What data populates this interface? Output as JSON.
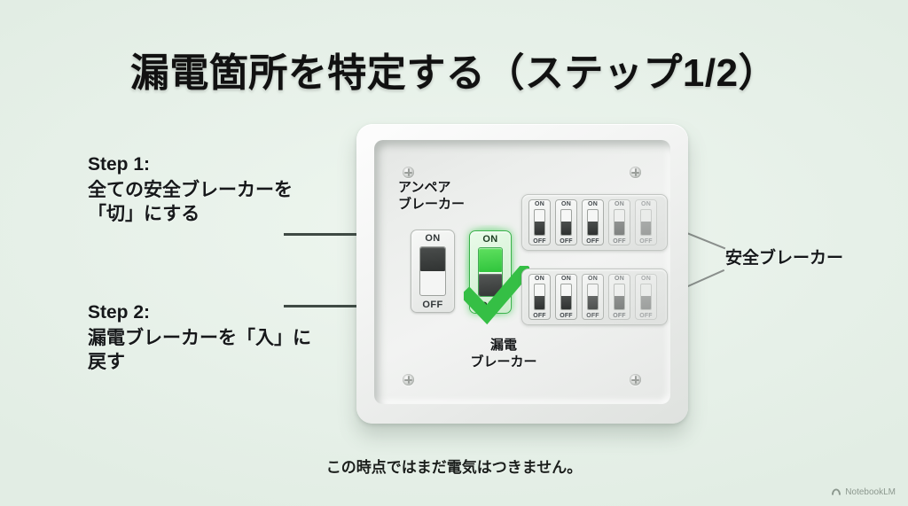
{
  "slide": {
    "title": "漏電箇所を特定する（ステップ1/2）",
    "caption": "この時点ではまだ電気はつきません。",
    "background_color": "#e7f1e9",
    "accent_color": "#3ec84f"
  },
  "steps": [
    {
      "kicker": "Step 1:",
      "body": "全ての安全ブレーカーを「切」にする"
    },
    {
      "kicker": "Step 2:",
      "body": "漏電ブレーカーを「入」に戻す"
    }
  ],
  "panel": {
    "labels": {
      "ampere_breaker": "アンペアブレーカー",
      "leakage_breaker": "漏電ブレーカー",
      "safety_breaker": "安全ブレーカー"
    },
    "ampere_breaker": {
      "on_label": "ON",
      "off_label": "OFF",
      "state": "ON"
    },
    "leakage_breaker": {
      "on_label": "ON",
      "off_label": "OFF",
      "state": "ON",
      "highlighted": true,
      "check_mark": "✔"
    },
    "safety_breakers": {
      "on_label": "ON",
      "off_label": "OFF",
      "rows": [
        {
          "row": "top",
          "switches": [
            {
              "state": "OFF",
              "fade": 1
            },
            {
              "state": "OFF",
              "fade": 1
            },
            {
              "state": "OFF",
              "fade": 1
            },
            {
              "state": "OFF",
              "fade": 3
            },
            {
              "state": "OFF",
              "fade": 4
            }
          ]
        },
        {
          "row": "bottom",
          "switches": [
            {
              "state": "OFF",
              "fade": 1
            },
            {
              "state": "OFF",
              "fade": 1
            },
            {
              "state": "OFF",
              "fade": 2
            },
            {
              "state": "OFF",
              "fade": 3
            },
            {
              "state": "OFF",
              "fade": 4
            }
          ]
        }
      ]
    }
  },
  "watermark": {
    "text": "NotebookLM"
  }
}
